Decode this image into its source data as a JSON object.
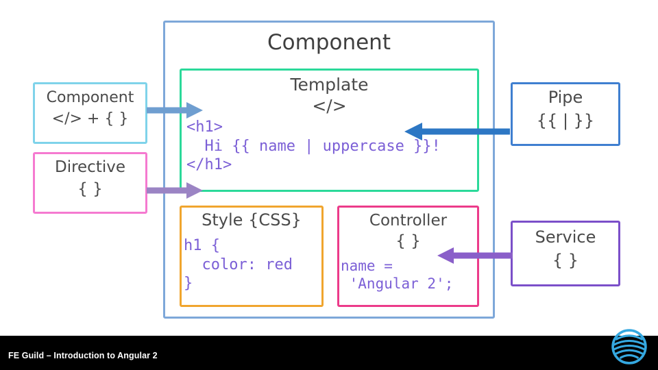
{
  "slide": {
    "footer_text": "FE Guild – Introduction to Angular 2",
    "logo_name": "att-globe-logo"
  },
  "diagram": {
    "component": {
      "title": "Component",
      "border_color": "#7da7d9"
    },
    "template": {
      "title": "Template\n</>",
      "code": "<h1>\n  Hi {{ name | uppercase }}!\n</h1>",
      "border_color": "#2bd99a"
    },
    "style": {
      "title": "Style {CSS}",
      "code": "h1 {\n  color: red\n}",
      "border_color": "#f0a52e"
    },
    "controller": {
      "title": "Controller\n{ }",
      "code": "name =\n 'Angular 2';",
      "border_color": "#ec3b8a"
    },
    "component_small": {
      "text": "Component\n</> + { }",
      "border_color": "#7fd3ea"
    },
    "directive": {
      "text": "Directive\n{ }",
      "border_color": "#f57ad0"
    },
    "pipe": {
      "text": "Pipe\n{{ | }}",
      "border_color": "#3f7fd0"
    },
    "service": {
      "text": "Service\n{ }",
      "border_color": "#7b4fc9"
    },
    "arrows": [
      {
        "name": "arrow-component-to-template",
        "color": "#6f9ed0"
      },
      {
        "name": "arrow-directive-to-template",
        "color": "#9b84c4"
      },
      {
        "name": "arrow-pipe-to-template",
        "color": "#2d77c4"
      },
      {
        "name": "arrow-service-to-controller",
        "color": "#8a5fc9"
      }
    ]
  }
}
